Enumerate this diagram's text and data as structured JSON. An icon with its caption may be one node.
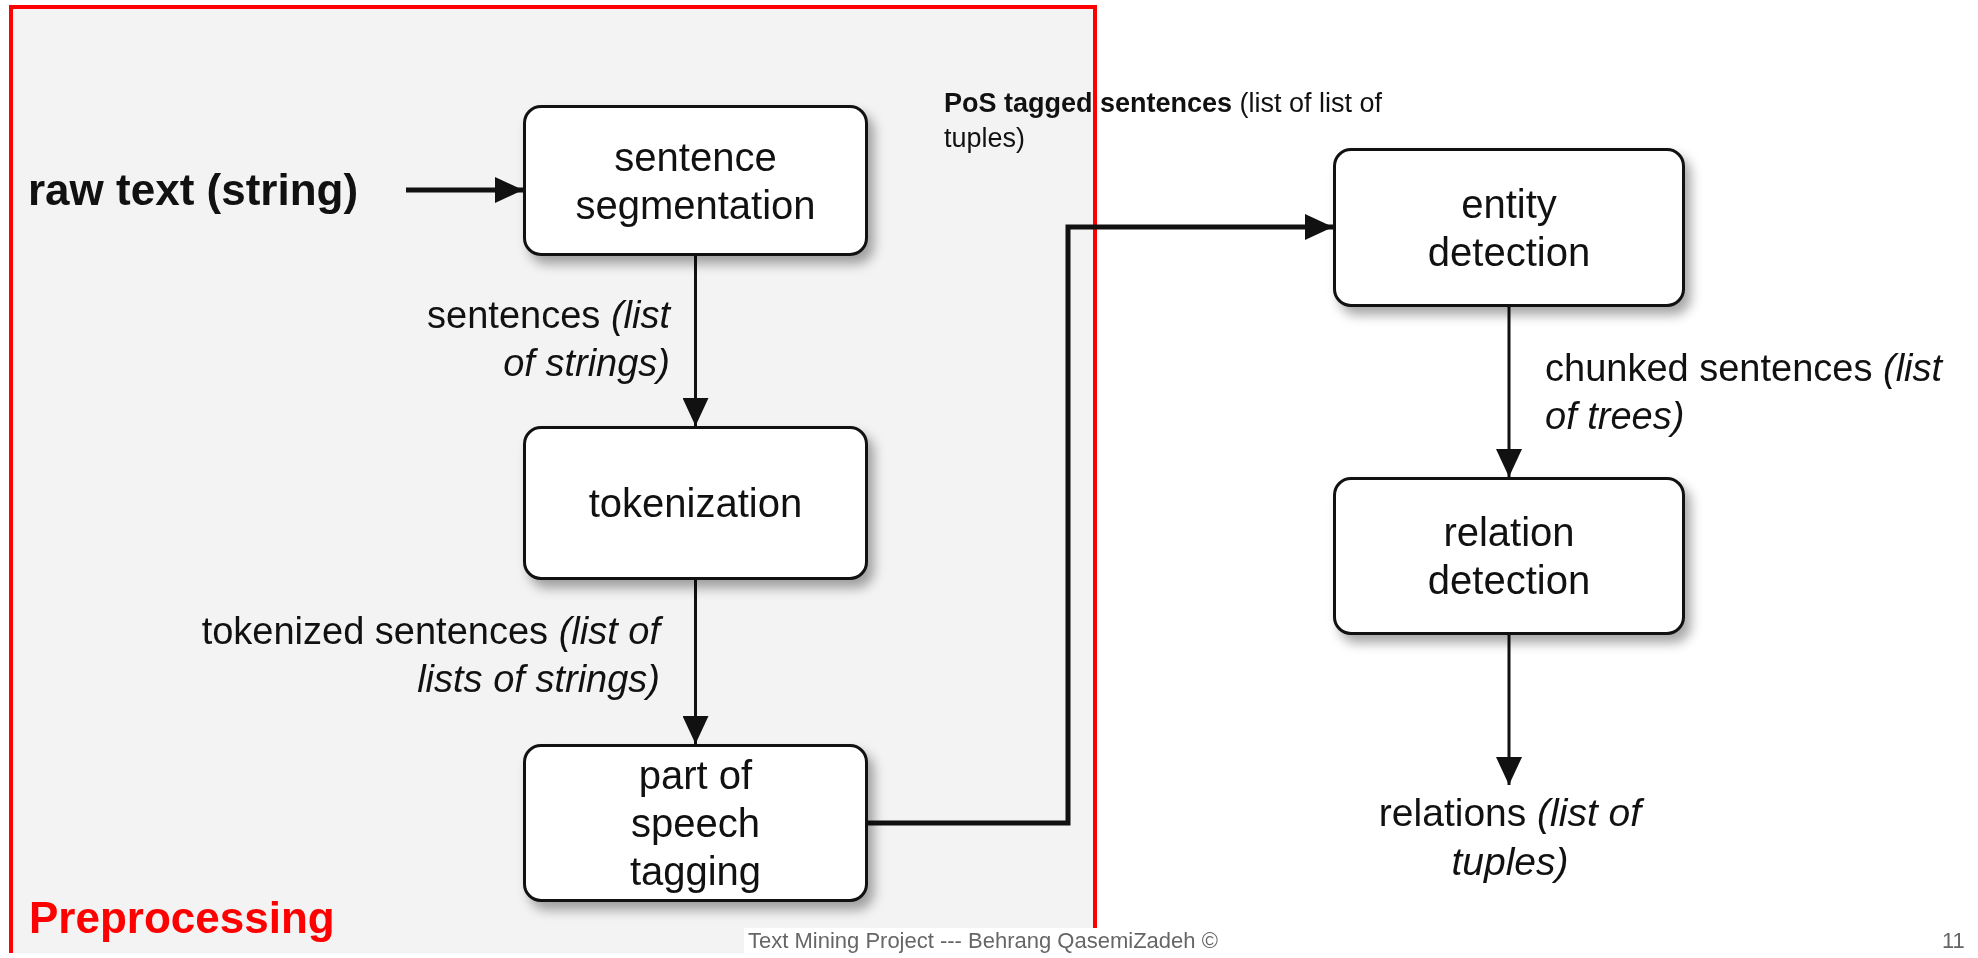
{
  "diagram": {
    "nodes": [
      {
        "text": [
          "Preprocessing"
        ]
      },
      {
        "text": [
          "raw text (string)"
        ],
        "in": 0
      },
      {
        "text": [
          "sentence segmentation"
        ],
        "in": 0
      },
      {
        "text": [
          "tokenization"
        ],
        "in": 0
      },
      {
        "text": [
          "part of speech tagging"
        ],
        "in": 0
      },
      {
        "text": [
          "entity detection"
        ]
      },
      {
        "text": [
          "relation detection"
        ]
      },
      {
        "text": [
          "relations *(list of tuples)*"
        ]
      }
    ],
    "edges": [
      {
        "from": 1,
        "to": 2,
        "arrow": "to"
      },
      {
        "from": 2,
        "to": 3,
        "arrow": "to",
        "label": "sentences *(list of strings)*"
      },
      {
        "from": 3,
        "to": 4,
        "arrow": "to",
        "label": "tokenized sentences *(list of lists of strings)*"
      },
      {
        "from": 4,
        "to": 5,
        "arrow": "to",
        "label": "**PoS tagged sentences** (list of list of tuples)"
      },
      {
        "from": 5,
        "to": 6,
        "arrow": "to",
        "label": "chunked sentences *(list of trees)*"
      },
      {
        "from": 6,
        "to": 7,
        "arrow": "to"
      }
    ],
    "labels": [
      "Text Mining Project --- Behrang QasemiZadeh ©",
      "11"
    ]
  }
}
